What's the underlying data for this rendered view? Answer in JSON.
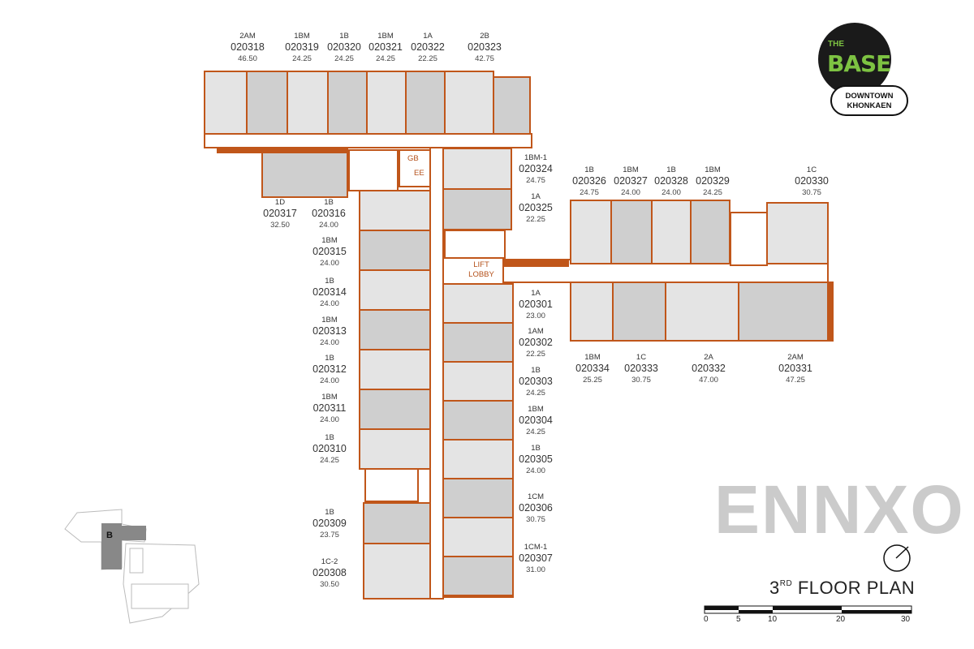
{
  "logo": {
    "line1": "THE",
    "line2": "BASE",
    "line3": "DOWNTOWN",
    "line4": "KHONKAEN",
    "brand_color": "#7dc242"
  },
  "title": {
    "number": "3",
    "suffix": "RD",
    "text": "FLOOR PLAN"
  },
  "watermark": "ENNXO",
  "scale_bar": {
    "ticks": [
      "0",
      "5",
      "10",
      "20",
      "30"
    ]
  },
  "key_plan": {
    "building": "B"
  },
  "rooms": {
    "gb": "GB",
    "ee": "EE",
    "lift_lobby_1": "LIFT",
    "lift_lobby_2": "LOBBY"
  },
  "colors": {
    "wall": "#c0561a",
    "unit_fill": "#e4e4e4",
    "unit_fill_dark": "#cfcfcf"
  },
  "units": [
    {
      "type": "2AM",
      "number": "020318",
      "area": "46.50"
    },
    {
      "type": "1BM",
      "number": "020319",
      "area": "24.25"
    },
    {
      "type": "1B",
      "number": "020320",
      "area": "24.25"
    },
    {
      "type": "1BM",
      "number": "020321",
      "area": "24.25"
    },
    {
      "type": "1A",
      "number": "020322",
      "area": "22.25"
    },
    {
      "type": "2B",
      "number": "020323",
      "area": "42.75"
    },
    {
      "type": "1D",
      "number": "020317",
      "area": "32.50"
    },
    {
      "type": "1B",
      "number": "020316",
      "area": "24.00"
    },
    {
      "type": "1BM",
      "number": "020315",
      "area": "24.00"
    },
    {
      "type": "1B",
      "number": "020314",
      "area": "24.00"
    },
    {
      "type": "1BM",
      "number": "020313",
      "area": "24.00"
    },
    {
      "type": "1B",
      "number": "020312",
      "area": "24.00"
    },
    {
      "type": "1BM",
      "number": "020311",
      "area": "24.00"
    },
    {
      "type": "1B",
      "number": "020310",
      "area": "24.25"
    },
    {
      "type": "1B",
      "number": "020309",
      "area": "23.75"
    },
    {
      "type": "1C-2",
      "number": "020308",
      "area": "30.50"
    },
    {
      "type": "1BM-1",
      "number": "020324",
      "area": "24.75"
    },
    {
      "type": "1A",
      "number": "020325",
      "area": "22.25"
    },
    {
      "type": "1A",
      "number": "020301",
      "area": "23.00"
    },
    {
      "type": "1AM",
      "number": "020302",
      "area": "22.25"
    },
    {
      "type": "1B",
      "number": "020303",
      "area": "24.25"
    },
    {
      "type": "1BM",
      "number": "020304",
      "area": "24.25"
    },
    {
      "type": "1B",
      "number": "020305",
      "area": "24.00"
    },
    {
      "type": "1CM",
      "number": "020306",
      "area": "30.75"
    },
    {
      "type": "1CM-1",
      "number": "020307",
      "area": "31.00"
    },
    {
      "type": "1B",
      "number": "020326",
      "area": "24.75"
    },
    {
      "type": "1BM",
      "number": "020327",
      "area": "24.00"
    },
    {
      "type": "1B",
      "number": "020328",
      "area": "24.00"
    },
    {
      "type": "1BM",
      "number": "020329",
      "area": "24.25"
    },
    {
      "type": "1C",
      "number": "020330",
      "area": "30.75"
    },
    {
      "type": "1BM",
      "number": "020334",
      "area": "25.25"
    },
    {
      "type": "1C",
      "number": "020333",
      "area": "30.75"
    },
    {
      "type": "2A",
      "number": "020332",
      "area": "47.00"
    },
    {
      "type": "2AM",
      "number": "020331",
      "area": "47.25"
    }
  ]
}
